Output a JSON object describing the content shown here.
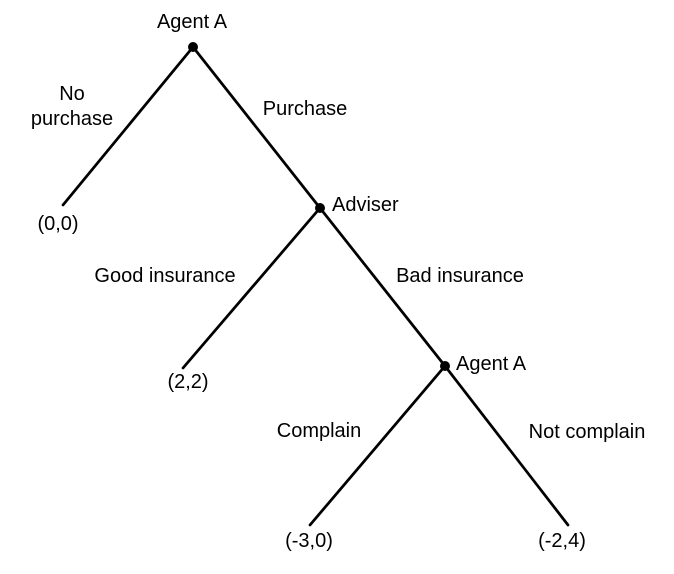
{
  "diagram": {
    "kind": "game-tree"
  },
  "tree": {
    "nodes": [
      {
        "label": "Agent A"
      },
      {
        "label": "Adviser"
      },
      {
        "label": "Agent A"
      }
    ],
    "edges": [
      {
        "label": "No purchase",
        "from": "Agent A (root)",
        "leads_to": "(0,0)"
      },
      {
        "label": "Purchase",
        "from": "Agent A (root)",
        "leads_to": "Adviser"
      },
      {
        "label": "Good insurance",
        "from": "Adviser",
        "leads_to": "(2,2)"
      },
      {
        "label": "Bad insurance",
        "from": "Adviser",
        "leads_to": "Agent A"
      },
      {
        "label": "Complain",
        "from": "Agent A",
        "leads_to": "(-3,0)"
      },
      {
        "label": "Not complain",
        "from": "Agent A",
        "leads_to": "(-2,4)"
      }
    ],
    "payoffs": [
      {
        "value": "(0,0)"
      },
      {
        "value": "(2,2)"
      },
      {
        "value": "(-3,0)"
      },
      {
        "value": "(-2,4)"
      }
    ]
  },
  "colors": {
    "line": "#000000",
    "text": "#000000",
    "background": "#ffffff"
  }
}
